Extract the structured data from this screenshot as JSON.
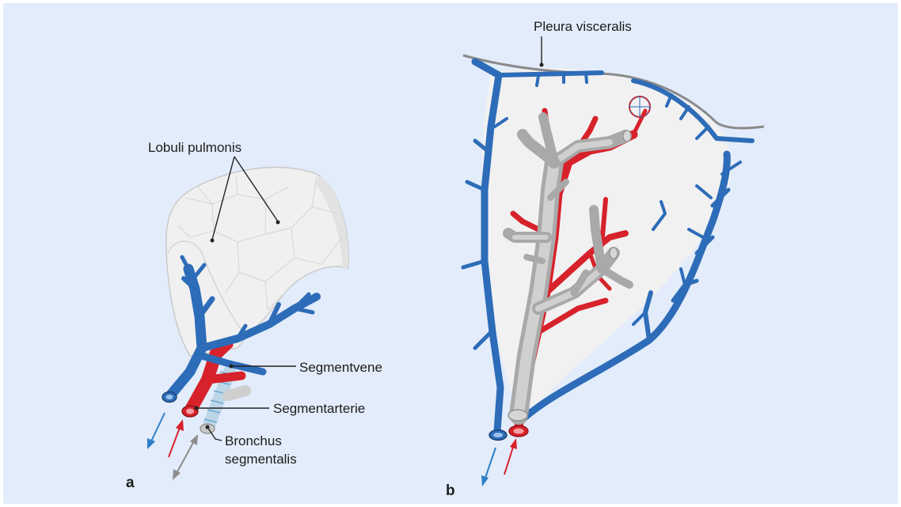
{
  "labels": {
    "lobuli": "Lobuli pulmonis",
    "segmentvene": "Segmentvene",
    "segmentarterie": "Segmentarterie",
    "bronchus_line1": "Bronchus",
    "bronchus_line2": "segmentalis",
    "pleura": "Pleura visceralis"
  },
  "panels": {
    "a": "a",
    "b": "b"
  },
  "colors": {
    "background": "#e3ecfa",
    "vein": "#2d6cb8",
    "artery": "#d7222b",
    "bronchus": "#a9a9a9",
    "lung_tissue": "#f0f0f0"
  }
}
